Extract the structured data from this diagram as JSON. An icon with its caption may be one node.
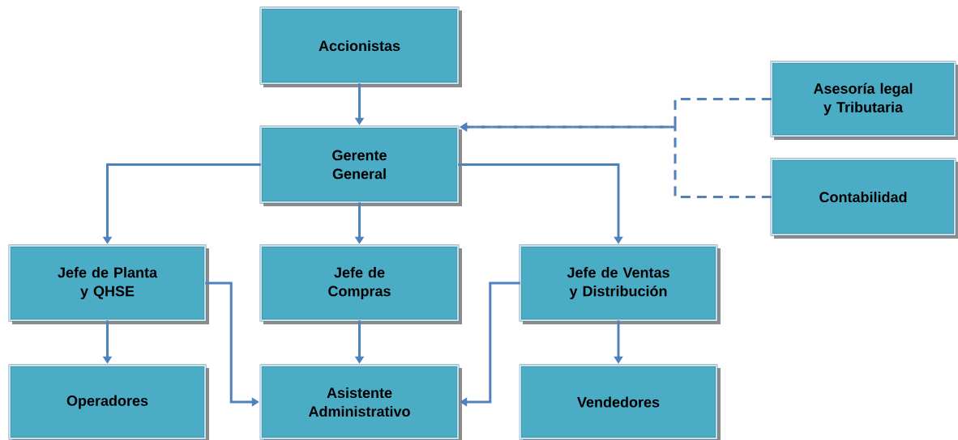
{
  "diagram": {
    "nodes": [
      {
        "text": [
          "Accionistas"
        ]
      },
      {
        "text": [
          "Asesoría legal y Tributaria"
        ]
      },
      {
        "text": [
          "Gerente General"
        ]
      },
      {
        "text": [
          "Contabilidad"
        ]
      },
      {
        "text": [
          "Jefe de Planta y QHSE"
        ]
      },
      {
        "text": [
          "Jefe de Compras"
        ]
      },
      {
        "text": [
          "Jefe de Ventas y Distribución"
        ]
      },
      {
        "text": [
          "Operadores"
        ]
      },
      {
        "text": [
          "Asistente Administrativo"
        ]
      },
      {
        "text": [
          "Vendedores"
        ]
      }
    ],
    "edges": [
      {
        "from": 0,
        "to": 2,
        "arrow": "to"
      },
      {
        "from": 1,
        "to": 2,
        "arrow": "to",
        "style": "dashed"
      },
      {
        "from": 3,
        "to": 2,
        "arrow": "to",
        "style": "dashed"
      },
      {
        "from": 2,
        "to": 4,
        "arrow": "to"
      },
      {
        "from": 2,
        "to": 5,
        "arrow": "to"
      },
      {
        "from": 2,
        "to": 6,
        "arrow": "to"
      },
      {
        "from": 4,
        "to": 7,
        "arrow": "to"
      },
      {
        "from": 4,
        "to": 8,
        "arrow": "to"
      },
      {
        "from": 5,
        "to": 8,
        "arrow": "to"
      },
      {
        "from": 6,
        "to": 8,
        "arrow": "to"
      },
      {
        "from": 6,
        "to": 9,
        "arrow": "to"
      }
    ]
  }
}
